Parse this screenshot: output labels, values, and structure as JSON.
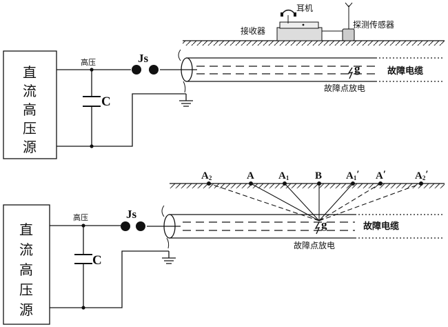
{
  "top": {
    "source_label": [
      "直",
      "流",
      "高",
      "压",
      "源"
    ],
    "high_voltage": "高压",
    "capacitor": "C",
    "ball_gap": "Js",
    "earphone": "耳机",
    "receiver": "接收器",
    "sensor": "探测传感器",
    "fault_point": "g",
    "cable_label": "故障电缆",
    "discharge_label": "故障点放电"
  },
  "bottom": {
    "source_label": [
      "直",
      "流",
      "高",
      "压",
      "源"
    ],
    "high_voltage": "高压",
    "capacitor": "C",
    "ball_gap": "Js",
    "fault_point": "g",
    "cable_label": "故障电缆",
    "discharge_label": "故障点放电",
    "ground_points": [
      {
        "base": "A",
        "sub": "2",
        "mark": ""
      },
      {
        "base": "A",
        "sub": "",
        "mark": ""
      },
      {
        "base": "A",
        "sub": "1",
        "mark": ""
      },
      {
        "base": "B",
        "sub": "",
        "mark": ""
      },
      {
        "base": "A",
        "sub": "1",
        "mark": "′"
      },
      {
        "base": "A",
        "sub": "",
        "mark": "′"
      },
      {
        "base": "A",
        "sub": "2",
        "mark": "′"
      }
    ]
  }
}
